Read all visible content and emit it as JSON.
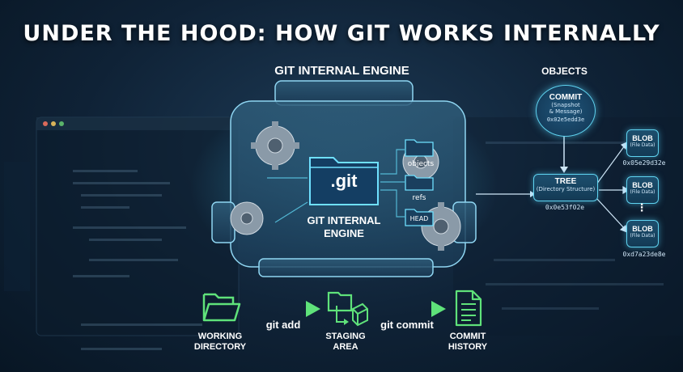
{
  "title": "UNDER THE HOOD: HOW  GIT WORKS INTERNALLY",
  "engine": {
    "heading": "GIT INTERNAL ENGINE",
    "folder_label": ".git",
    "inner_label_line1": "GIT INTERNAL",
    "inner_label_line2": "ENGINE",
    "subfolders": [
      "objects",
      "refs",
      "HEAD"
    ]
  },
  "objects": {
    "heading": "OBJECTS",
    "commit": {
      "title": "COMMIT",
      "sub1": "(Snapshot",
      "sub2": "& Message)",
      "hash": "0x02e5edd3e"
    },
    "tree": {
      "title": "TREE",
      "sub": "(Directory Structure)",
      "hash": "0x0e53f02e"
    },
    "blobs": [
      {
        "title": "BLOB",
        "sub": "(File Data)",
        "hash": "0x05e29d32e"
      },
      {
        "title": "BLOB",
        "sub": "(File Data)",
        "hash": ""
      },
      {
        "title": "BLOB",
        "sub": "(File Data)",
        "hash": "0xd7a23de8e"
      }
    ],
    "ellipsis": "⋮"
  },
  "workflow": {
    "steps": [
      {
        "line1": "WORKING",
        "line2": "DIRECTORY"
      },
      {
        "line1": "STAGING",
        "line2": "AREA"
      },
      {
        "line1": "COMMIT",
        "line2": "HISTORY"
      }
    ],
    "commands": [
      "git add",
      "git commit"
    ]
  },
  "colors": {
    "accent": "#3fd2f5",
    "green": "#5fe27a",
    "title": "#ffffff"
  }
}
